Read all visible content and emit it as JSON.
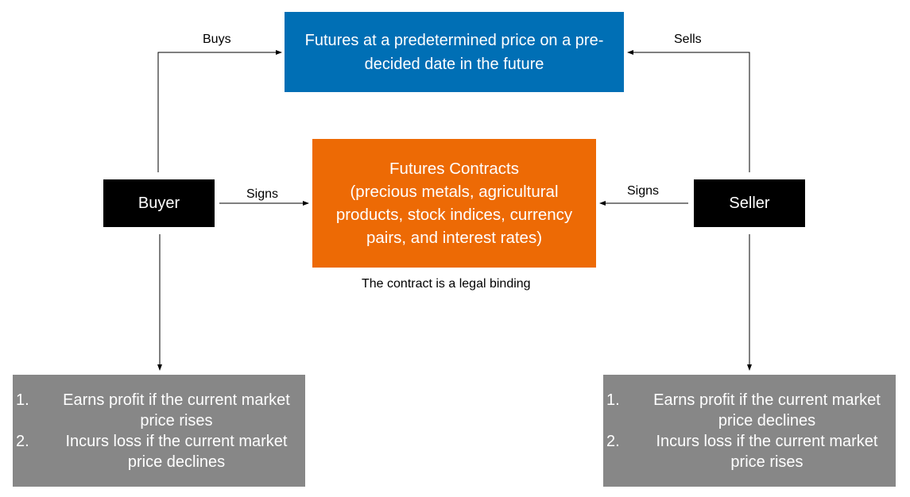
{
  "diagram": {
    "top_box": {
      "text": "Futures at a predetermined price on a pre-decided date in the future",
      "color": "#006fb5"
    },
    "center_box": {
      "title": "Futures Contracts",
      "lines": [
        "(precious metals, agricultural",
        "products, stock indices, currency",
        "pairs, and interest rates)"
      ],
      "color": "#ed6a05"
    },
    "center_note": "The contract is a legal binding",
    "buyer": {
      "label": "Buyer",
      "color": "#000000"
    },
    "seller": {
      "label": "Seller",
      "color": "#000000"
    },
    "edges": {
      "buyer_to_top": "Buys",
      "seller_to_top": "Sells",
      "buyer_to_center": "Signs",
      "seller_to_center": "Signs"
    },
    "buyer_outcomes": {
      "color": "#878787",
      "items": [
        {
          "num": "1.",
          "text": "Earns profit if the current market price rises"
        },
        {
          "num": "2.",
          "text": "Incurs loss if the current market price declines"
        }
      ]
    },
    "seller_outcomes": {
      "color": "#878787",
      "items": [
        {
          "num": "1.",
          "text": "Earns profit if the current market price declines"
        },
        {
          "num": "2.",
          "text": "Incurs loss if the current market price rises"
        }
      ]
    }
  }
}
